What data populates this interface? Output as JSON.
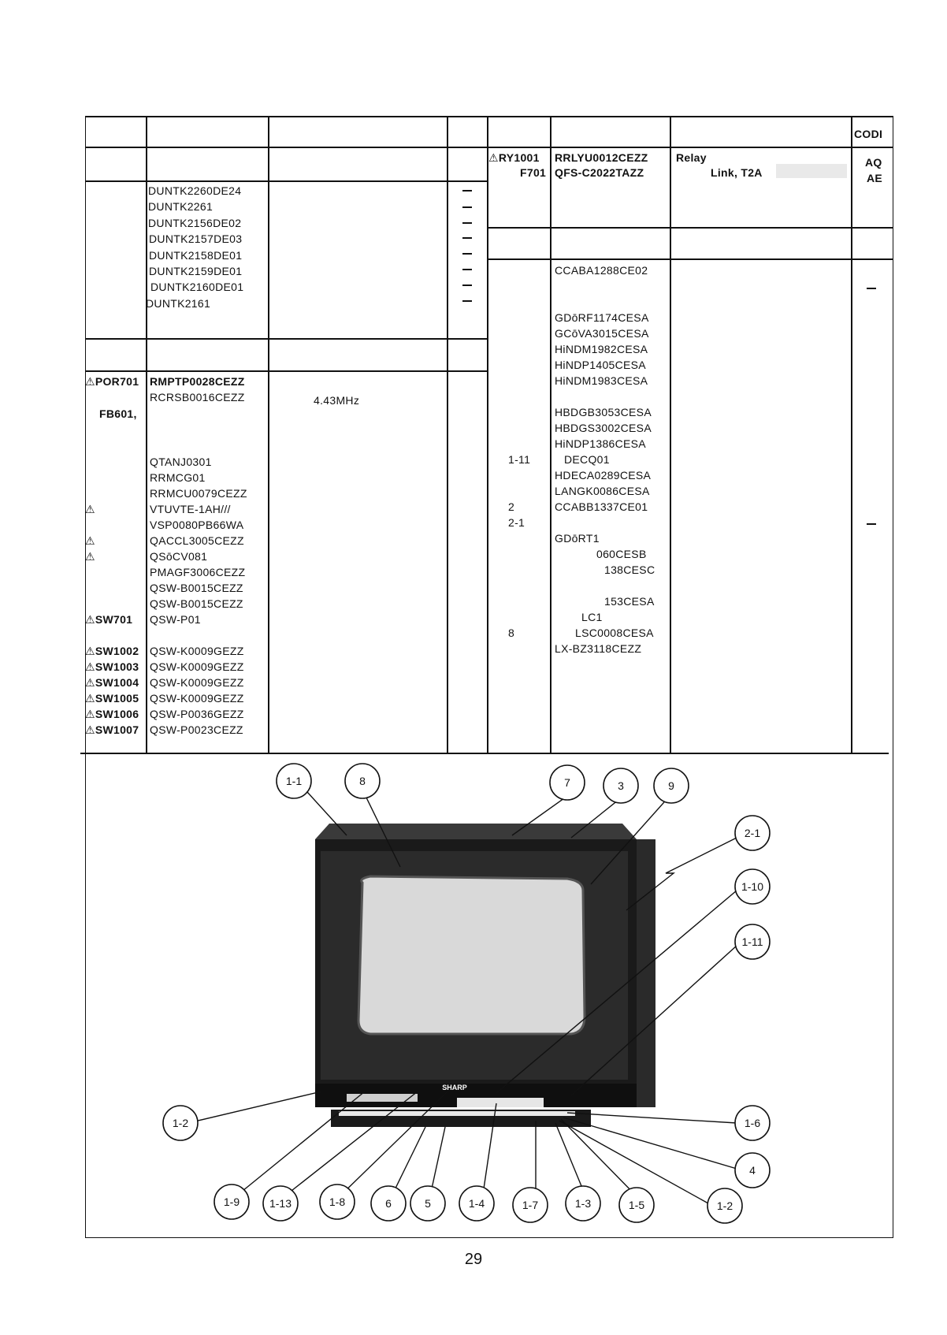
{
  "header": {
    "code_col": "CODI"
  },
  "left_table": {
    "units": [
      "DUNTK2260DE24",
      "DUNTK2261",
      "DUNTK2156DE02",
      "DUNTK2157DE03",
      "DUNTK2158DE01",
      "DUNTK2159DE01",
      "DUNTK2160DE01",
      "DUNTK2161"
    ],
    "rows": [
      {
        "ref": "⚠POR701",
        "part": "RMPTP0028CEZZ",
        "desc": "",
        "bold": true
      },
      {
        "ref": "",
        "part": "RCRSB0016CEZZ",
        "desc": "4.43MHz"
      },
      {
        "ref": "FB601,",
        "part": "",
        "desc": ""
      },
      {
        "ref": "",
        "part": "QTANJ0301"
      },
      {
        "ref": "",
        "part": "RRMCG01"
      },
      {
        "ref": "",
        "part": "RRMCU0079CEZZ"
      },
      {
        "ref": "⚠",
        "part": "VTUVTE-1AH///"
      },
      {
        "ref": "",
        "part": "VSP0080PB66WA"
      },
      {
        "ref": "⚠",
        "part": "QACCL3005CEZZ"
      },
      {
        "ref": "⚠",
        "part": "QSōCV081"
      },
      {
        "ref": "",
        "part": "PMAGF3006CEZZ"
      },
      {
        "ref": "",
        "part": "QSW-B0015CEZZ"
      },
      {
        "ref": "",
        "part": "QSW-B0015CEZZ"
      },
      {
        "ref": "⚠SW701",
        "part": "QSW-P01"
      },
      {
        "ref": "⚠SW1002",
        "part": "QSW-K0009GEZZ"
      },
      {
        "ref": "⚠SW1003",
        "part": "QSW-K0009GEZZ"
      },
      {
        "ref": "⚠SW1004",
        "part": "QSW-K0009GEZZ"
      },
      {
        "ref": "⚠SW1005",
        "part": "QSW-K0009GEZZ"
      },
      {
        "ref": "⚠SW1006",
        "part": "QSW-P0036GEZZ"
      },
      {
        "ref": "⚠SW1007",
        "part": "QSW-P0023CEZZ"
      }
    ]
  },
  "right_table": {
    "top_rows": [
      {
        "ref": "⚠RY1001",
        "part": "RRLYU0012CEZZ",
        "desc": "Relay",
        "code": "AQ"
      },
      {
        "ref": "F701",
        "part": "QFS-C2022TAZZ",
        "desc": "Link, T2A",
        "code": "AE"
      }
    ],
    "parts": [
      "CCABA1288CE02",
      "GDōRF1174CESA",
      "GCōVA3015CESA",
      "HiNDM1982CESA",
      "HiNDP1405CESA",
      "HiNDM1983CESA",
      "HBDGB3053CESA",
      "HBDGS3002CESA",
      "HiNDP1386CESA",
      "DECQ01",
      "HDECA0289CESA",
      "LANGK0086CESA",
      "CCABB1337CE01",
      "GDōRT1",
      "060CESB",
      "138CESC",
      "153CESA",
      "LC1",
      "LSC0008CESA",
      "LX-BZ3118CEZZ"
    ],
    "refs": [
      "1-11",
      "2",
      "2-1",
      "8"
    ]
  },
  "callouts": [
    "1-1",
    "8",
    "7",
    "3",
    "9",
    "2-1",
    "1-10",
    "1-11",
    "1-6",
    "4",
    "1-2",
    "1-2",
    "1-9",
    "1-13",
    "1-8",
    "6",
    "5",
    "1-4",
    "1-7",
    "1-3",
    "1-5"
  ],
  "brand": "SHARP",
  "page_number": "29"
}
